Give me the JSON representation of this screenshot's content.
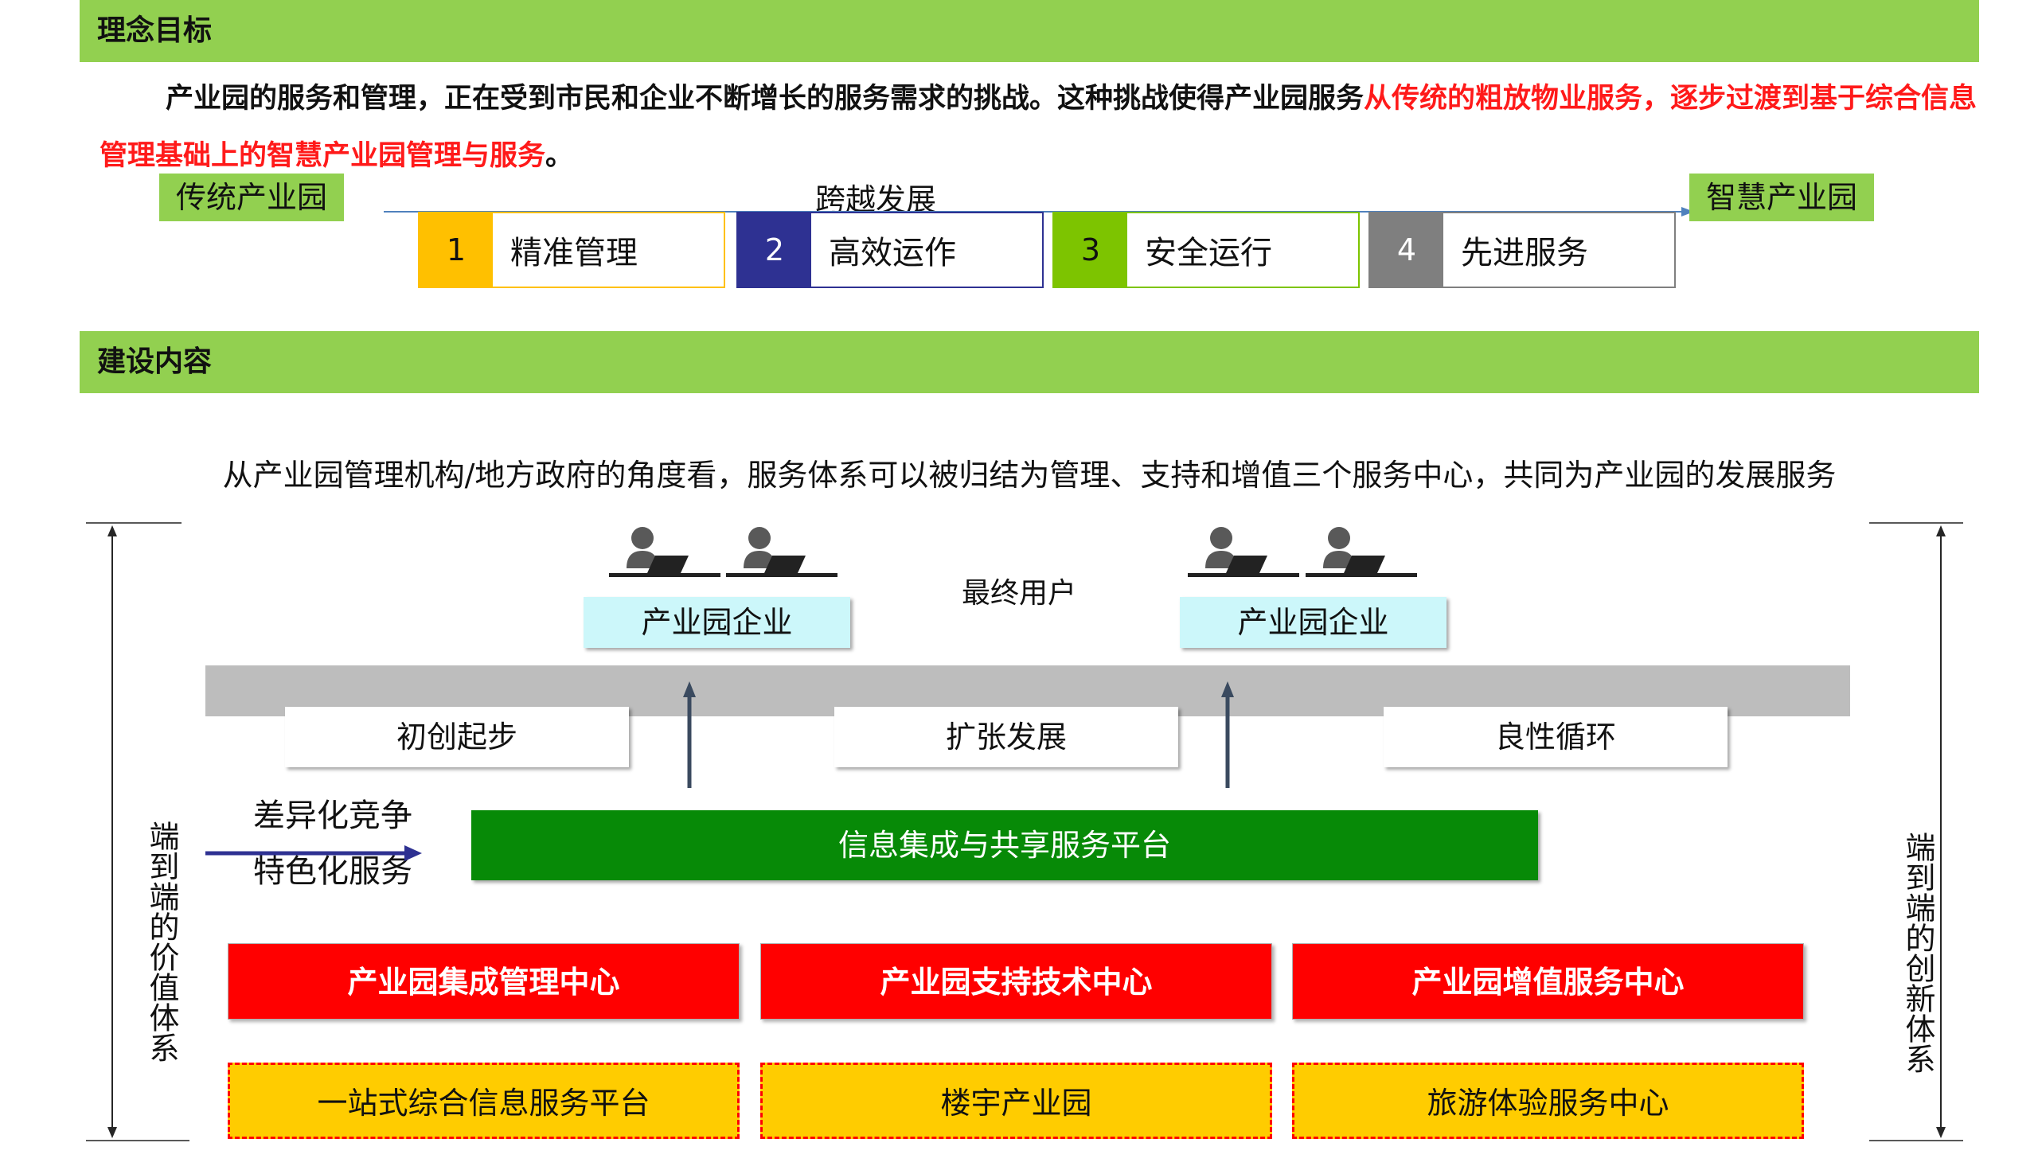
{
  "concept": {
    "section_title": "理念目标",
    "intro_black": "产业园的服务和管理，正在受到市民和企业不断增长的服务需求的挑战。这种挑战使得产业园服务",
    "intro_red": "从传统的粗放物业服务，逐步过渡到基于综合信息管理基础上的智慧产业园管理与服务",
    "intro_end": "。",
    "from_label": "传统产业园",
    "leap_label": "跨越发展",
    "to_label": "智慧产业园",
    "steps": [
      {
        "num": "1",
        "label": "精准管理",
        "color": "#ffc000"
      },
      {
        "num": "2",
        "label": "高效运作",
        "color": "#2e3192"
      },
      {
        "num": "3",
        "label": "安全运行",
        "color": "#7dc400"
      },
      {
        "num": "4",
        "label": "先进服务",
        "color": "#7f7f7f"
      }
    ]
  },
  "construction": {
    "section_title": "建设内容",
    "description": "从产业园管理机构/地方政府的角度看，服务体系可以被归结为管理、支持和增值三个服务中心，共同为产业园的发展服务",
    "end_users_label": "最终用户",
    "enterprise_left": "产业园企业",
    "enterprise_right": "产业园企业",
    "stages": [
      "初创起步",
      "扩张发展",
      "良性循环"
    ],
    "diff_line1": "差异化竞争",
    "diff_line2": "特色化服务",
    "platform": "信息集成与共享服务平台",
    "centers": [
      "产业园集成管理中心",
      "产业园支持技术中心",
      "产业园增值服务中心"
    ],
    "bases": [
      "一站式综合信息服务平台",
      "楼宇产业园",
      "旅游体验服务中心"
    ],
    "left_vertical": "端到端的价值体系",
    "right_vertical": "端到端的创新体系",
    "icons": {
      "user": "user-at-laptop-icon",
      "arrow": "up-arrow-icon"
    }
  }
}
